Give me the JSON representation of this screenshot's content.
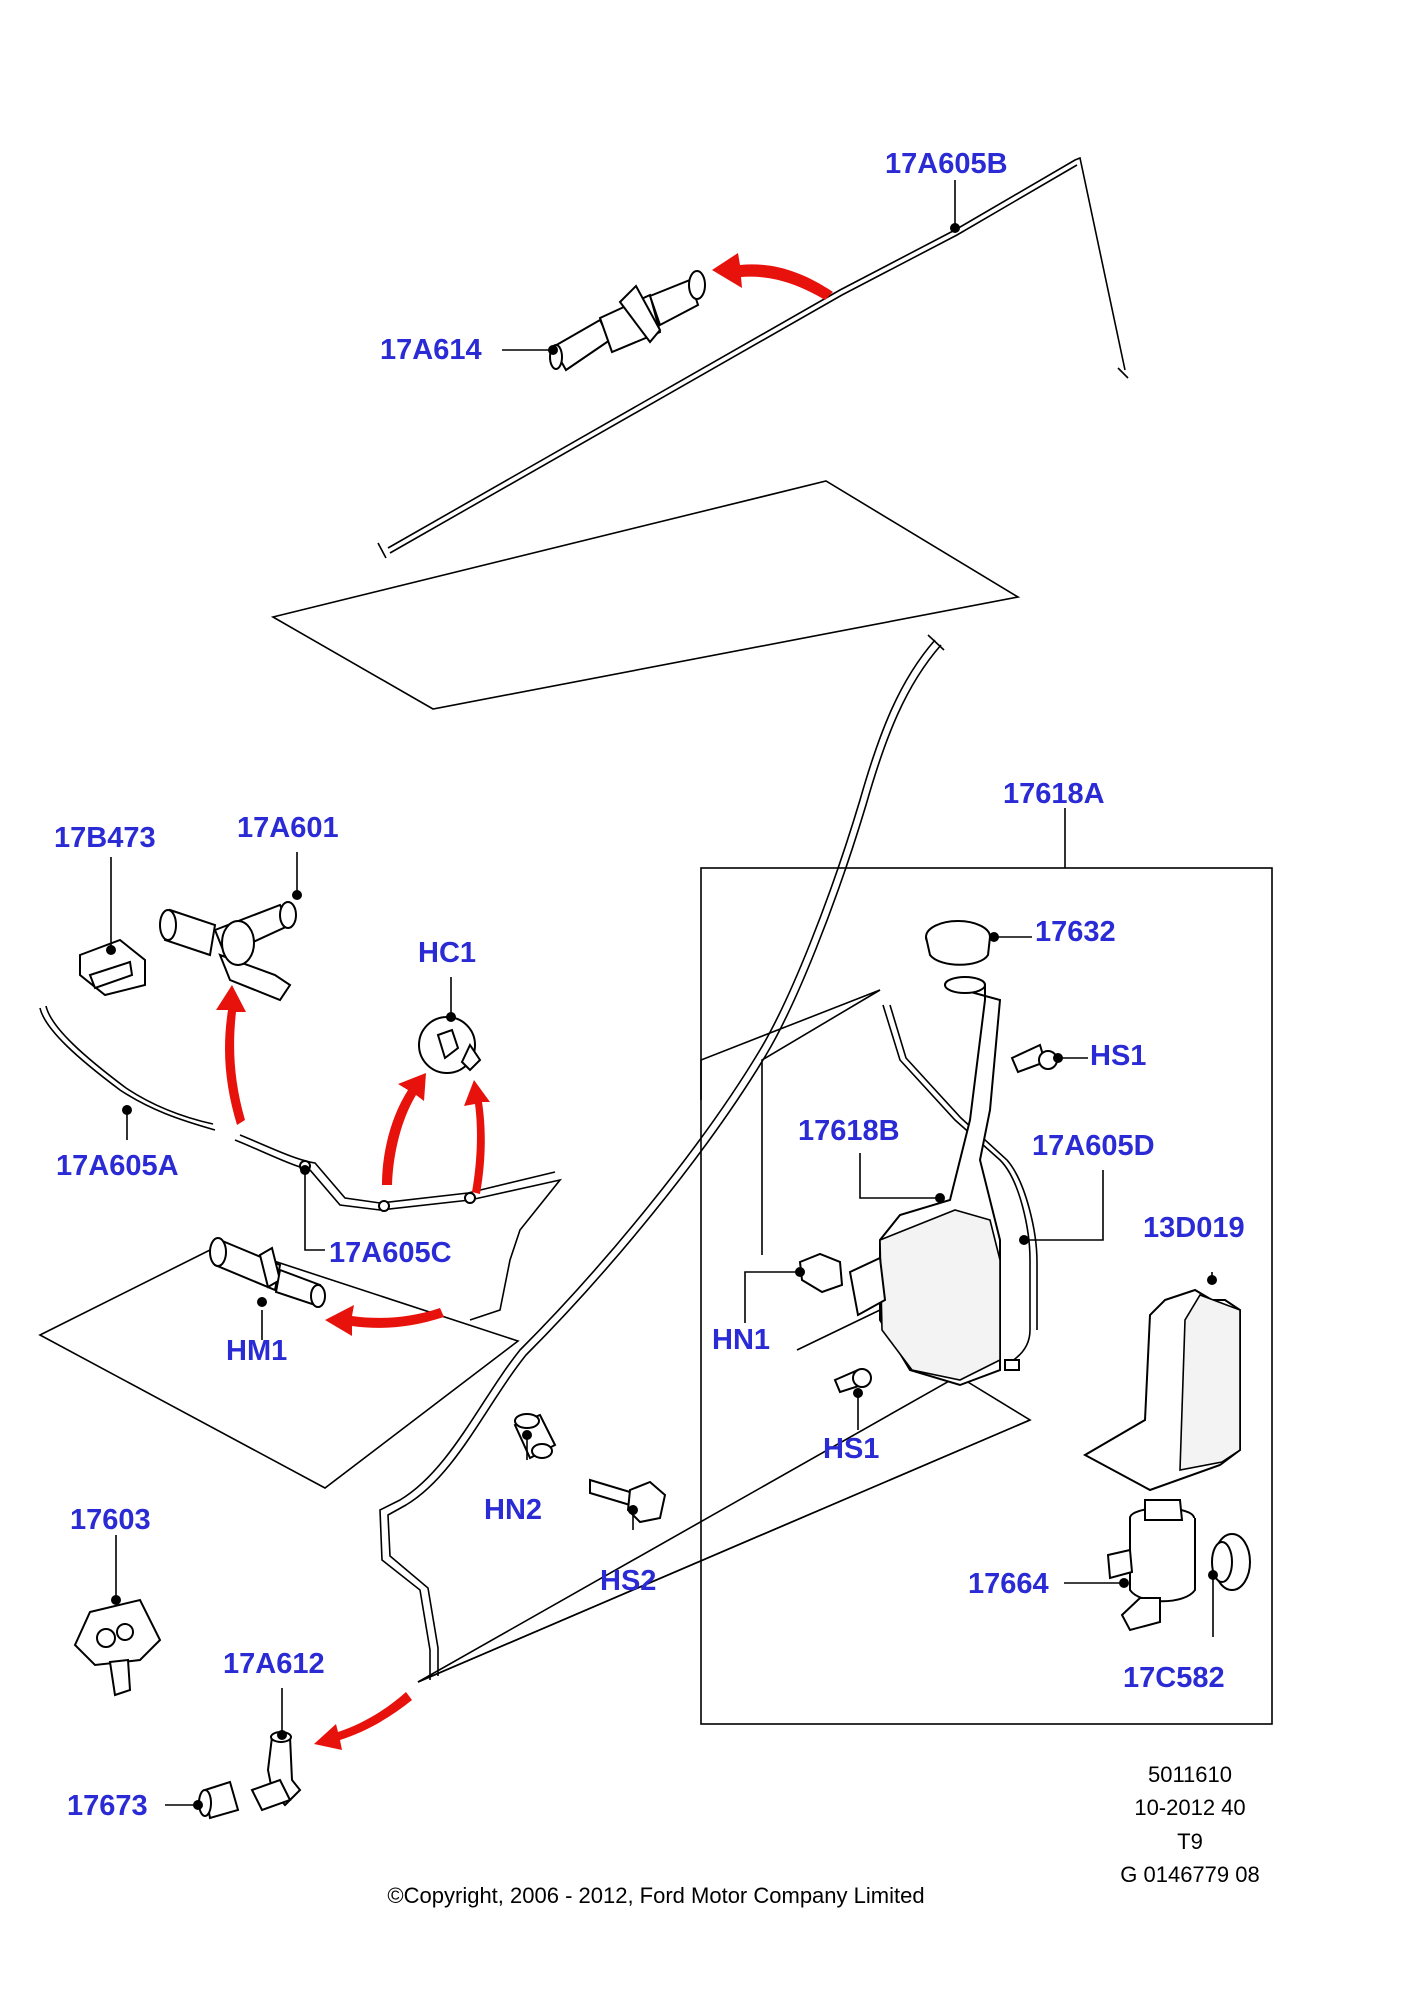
{
  "labels": {
    "p17A605B": "17A605B",
    "p17A614": "17A614",
    "p17618A": "17618A",
    "p17B473": "17B473",
    "p17A601": "17A601",
    "pHC1": "HC1",
    "p17632": "17632",
    "pHS1a": "HS1",
    "p17618B": "17618B",
    "p17A605D": "17A605D",
    "p17A605A": "17A605A",
    "p17A605C": "17A605C",
    "p13D019": "13D019",
    "pHN1": "HN1",
    "pHM1": "HM1",
    "pHS1b": "HS1",
    "pHN2": "HN2",
    "p17603": "17603",
    "pHS2": "HS2",
    "p17664": "17664",
    "p17A612": "17A612",
    "p17C582": "17C582",
    "p17673": "17673"
  },
  "reference": {
    "line1": "5011610",
    "line2": "10-2012 40",
    "line3": "T9",
    "line4": "G 0146779 08"
  },
  "copyright": "©Copyright, 2006 - 2012, Ford Motor Company Limited",
  "colors": {
    "label": "#2b2bd6",
    "arrow": "#e8120c",
    "line": "#000000"
  }
}
